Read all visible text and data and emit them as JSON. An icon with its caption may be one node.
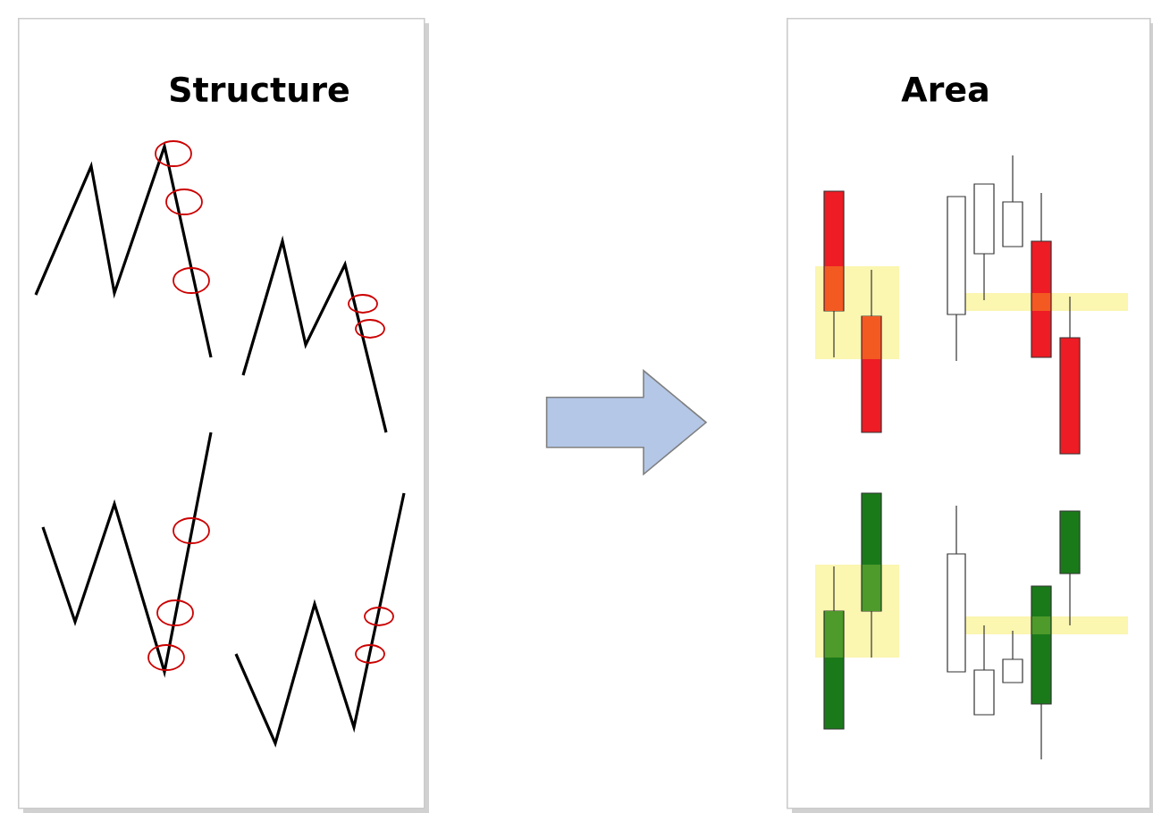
{
  "diagram": {
    "nodes": [
      {
        "text": [
          "Structure"
        ]
      },
      {
        "text": [
          "Area"
        ]
      }
    ],
    "edges": [
      {
        "from": 0,
        "to": 1,
        "arrow": "to"
      }
    ]
  }
}
